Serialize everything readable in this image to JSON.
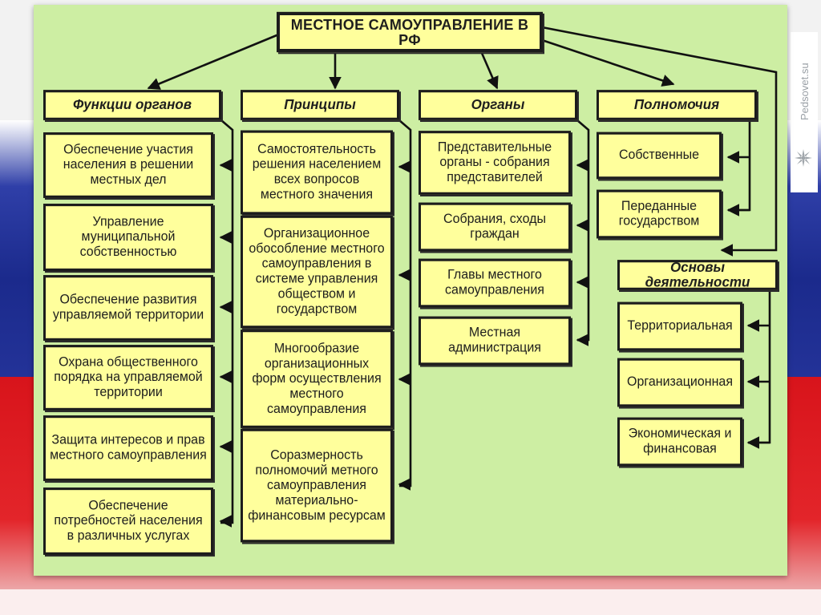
{
  "title": "МЕСТНОЕ САМОУПРАВЛЕНИЕ В РФ",
  "watermark": "Pedsovet.su",
  "categories": {
    "functions": "Функции органов",
    "principles": "Принципы",
    "organs": "Органы",
    "powers": "Полномочия",
    "basis": "Основы деятельности"
  },
  "functions": [
    "Обеспечение участия населения в решении местных дел",
    "Управление муниципальной собственностью",
    "Обеспечение развития управляемой территории",
    "Охрана общественного порядка на управляемой территории",
    "Защита интересов и прав местного самоуправления",
    "Обеспечение потребностей населения в различных услугах"
  ],
  "principles": [
    "Самостоятельность решения населением всех вопросов местного значения",
    "Организационное обособление местного самоуправления в системе управления обществом и государством",
    "Многообразие организационных форм осуществления местного самоуправления",
    "Соразмерность полномочий метного самоуправления материально-финансовым ресурсам"
  ],
  "organs": [
    "Представительные органы - собрания представителей",
    "Собрания, сходы граждан",
    "Главы местного самоуправления",
    "Местная администрация"
  ],
  "powers": [
    "Собственные",
    "Переданные государством"
  ],
  "basis": [
    "Территориальная",
    "Организационная",
    "Экономическая и финансовая"
  ]
}
